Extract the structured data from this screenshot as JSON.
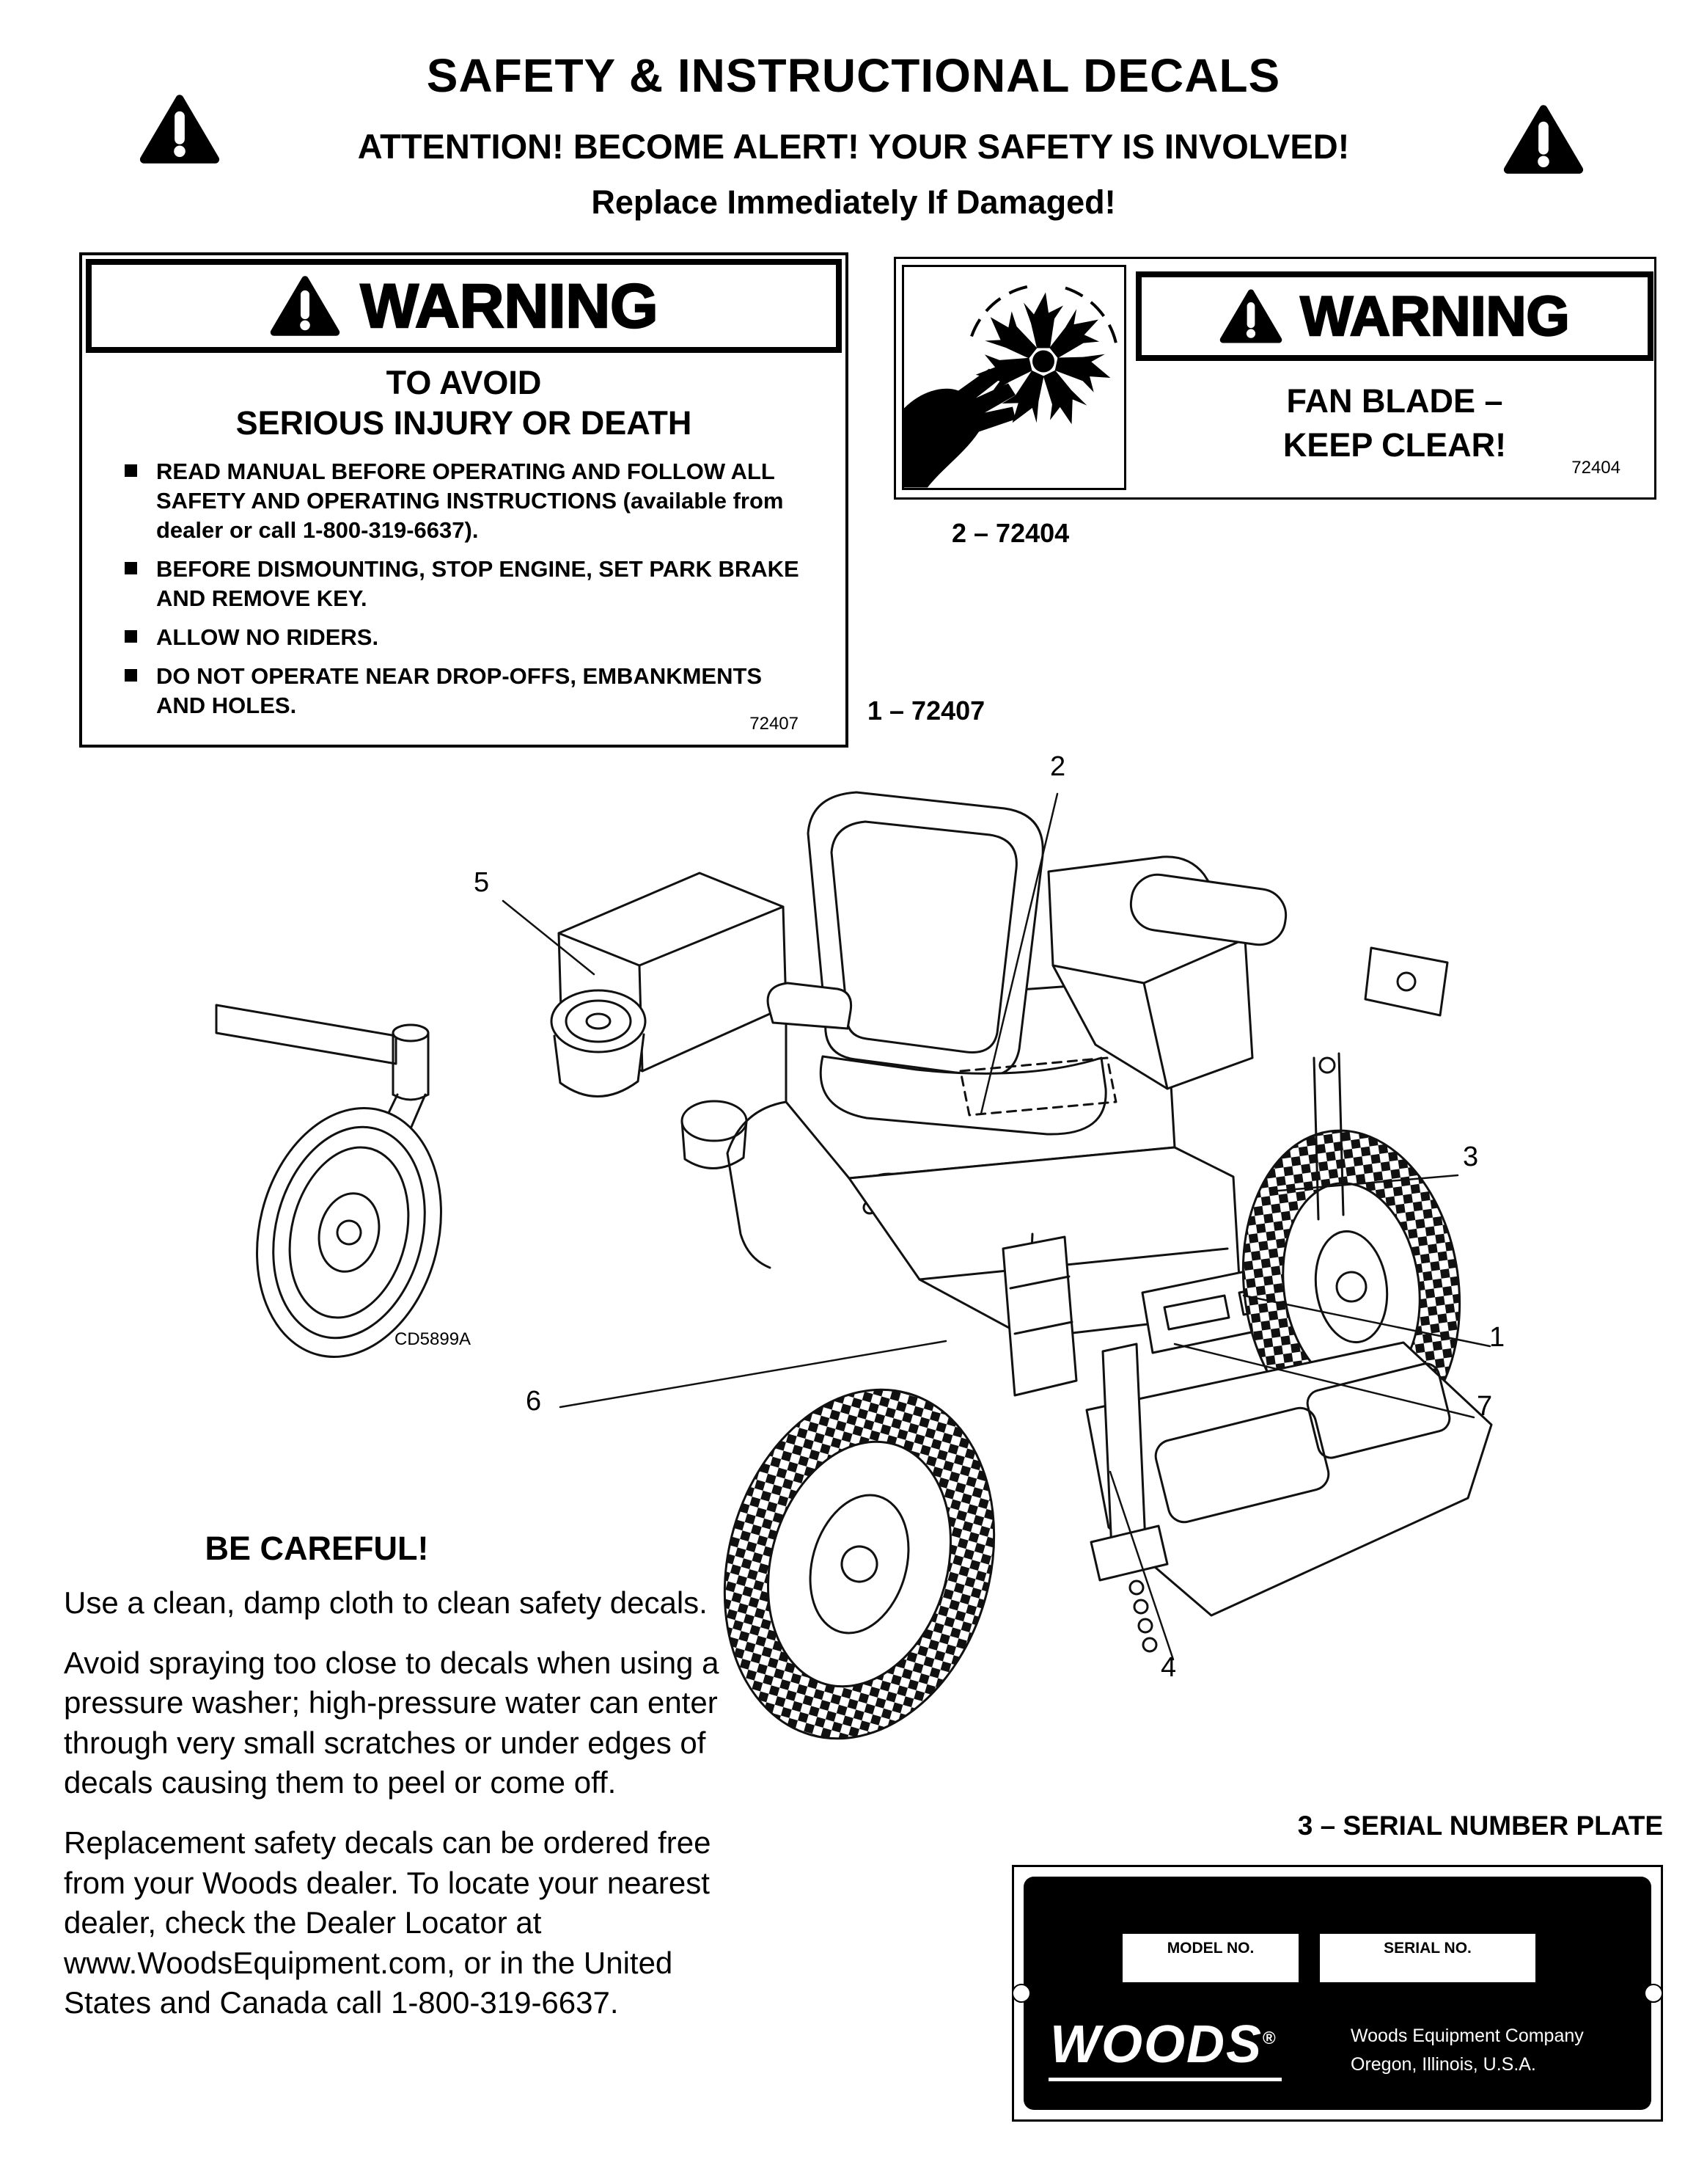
{
  "page": {
    "title": "SAFETY & INSTRUCTIONAL DECALS",
    "alert_line": "ATTENTION! BECOME ALERT! YOUR SAFETY IS INVOLVED!",
    "replace_line": "Replace Immediately If Damaged!"
  },
  "warning_decal_72407": {
    "signal_word": "WARNING",
    "avoid_line1": "TO AVOID",
    "avoid_line2": "SERIOUS INJURY OR DEATH",
    "bullets": [
      "READ MANUAL BEFORE OPERATING AND FOLLOW ALL SAFETY AND OPERATING INSTRUCTIONS (available from dealer or call 1-800-319-6637).",
      "BEFORE DISMOUNTING, STOP ENGINE, SET PARK BRAKE AND REMOVE KEY.",
      "ALLOW NO RIDERS.",
      "DO NOT OPERATE NEAR DROP-OFFS, EMBANKMENTS AND HOLES."
    ],
    "part_number": "72407",
    "callout_caption": "1 – 72407"
  },
  "warning_decal_72404": {
    "signal_word": "WARNING",
    "message_line1": "FAN BLADE –",
    "message_line2": "KEEP CLEAR!",
    "part_number": "72404",
    "callout_caption": "2 – 72404"
  },
  "diagram": {
    "drawing_code": "CD5899A",
    "callouts": [
      "1",
      "2",
      "3",
      "4",
      "5",
      "6",
      "7"
    ]
  },
  "care_instructions": {
    "title": "BE CAREFUL!",
    "paragraphs": [
      "Use a clean, damp cloth to clean safety decals.",
      "Avoid spraying too close to decals when using a pressure washer; high-pressure water can enter through very small scratches or under edges of decals causing them to peel or come off.",
      "Replacement safety decals can be ordered free from your Woods dealer. To locate your nearest dealer, check the Dealer Locator at www.WoodsEquipment.com, or in the United States and Canada call 1-800-319-6637."
    ]
  },
  "serial_plate": {
    "caption": "3 – SERIAL NUMBER PLATE",
    "model_label": "MODEL NO.",
    "serial_label": "SERIAL NO.",
    "brand": "WOODS",
    "registered_mark": "®",
    "company_line1": "Woods Equipment Company",
    "company_line2": "Oregon, Illinois, U.S.A."
  },
  "colors": {
    "ink": "#000000",
    "paper": "#ffffff"
  },
  "icons": {
    "warning_triangle": "triangle-with-exclamation",
    "fan_blade": "fan-blade-and-hand-pictograph"
  }
}
